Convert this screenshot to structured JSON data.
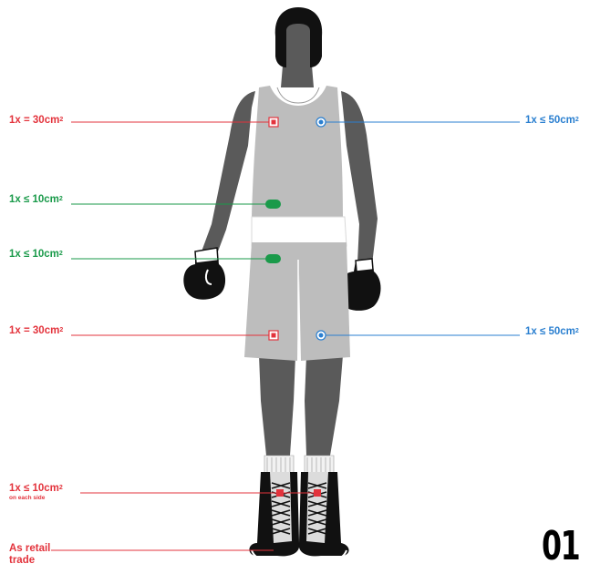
{
  "labels": {
    "chest_left": {
      "main": "1x = 30cm",
      "sup": "2"
    },
    "chest_right": {
      "main": "1x ≤ 50cm",
      "sup": "2"
    },
    "waist_top": {
      "main": "1x ≤ 10cm",
      "sup": "2"
    },
    "waist_bottom": {
      "main": "1x ≤ 10cm",
      "sup": "2"
    },
    "shorts_left": {
      "main": "1x = 30cm",
      "sup": "2"
    },
    "shorts_right": {
      "main": "1x ≤ 50cm",
      "sup": "2"
    },
    "socks": {
      "main": "1x ≤ 10cm",
      "sup": "2",
      "note": "on each side"
    },
    "shoes": {
      "line1": "As retail",
      "line2": "trade"
    }
  },
  "page_number": "01",
  "colors": {
    "red": "#e3333c",
    "green": "#1a9a4a",
    "blue": "#2a7fd0",
    "skin": "#5a5a5a",
    "garment": "#bdbdbd",
    "black": "#111111"
  }
}
